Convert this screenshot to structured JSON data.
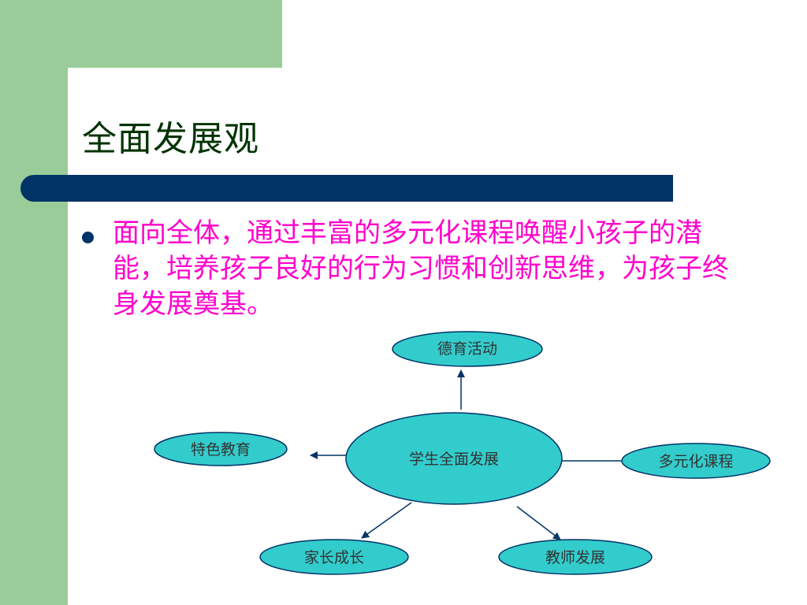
{
  "slide": {
    "title": "全面发展观",
    "bullet_text": "面向全体，通过丰富的多元化课程唤醒小孩子的潜能，培养孩子良好的行为习惯和创新思维，为孩子终身发展奠基。"
  },
  "diagram": {
    "center": "学生全面发展",
    "nodes": {
      "moral": "德育活动",
      "special": "特色教育",
      "curriculum": "多元化课程",
      "parent": "家长成长",
      "teacher": "教师发展"
    }
  },
  "colors": {
    "side_green": "#99cc99",
    "title_bar": "#003366",
    "bullet_text": "#ff00cc",
    "node_fill": "#33cccc",
    "node_stroke": "#003366"
  }
}
